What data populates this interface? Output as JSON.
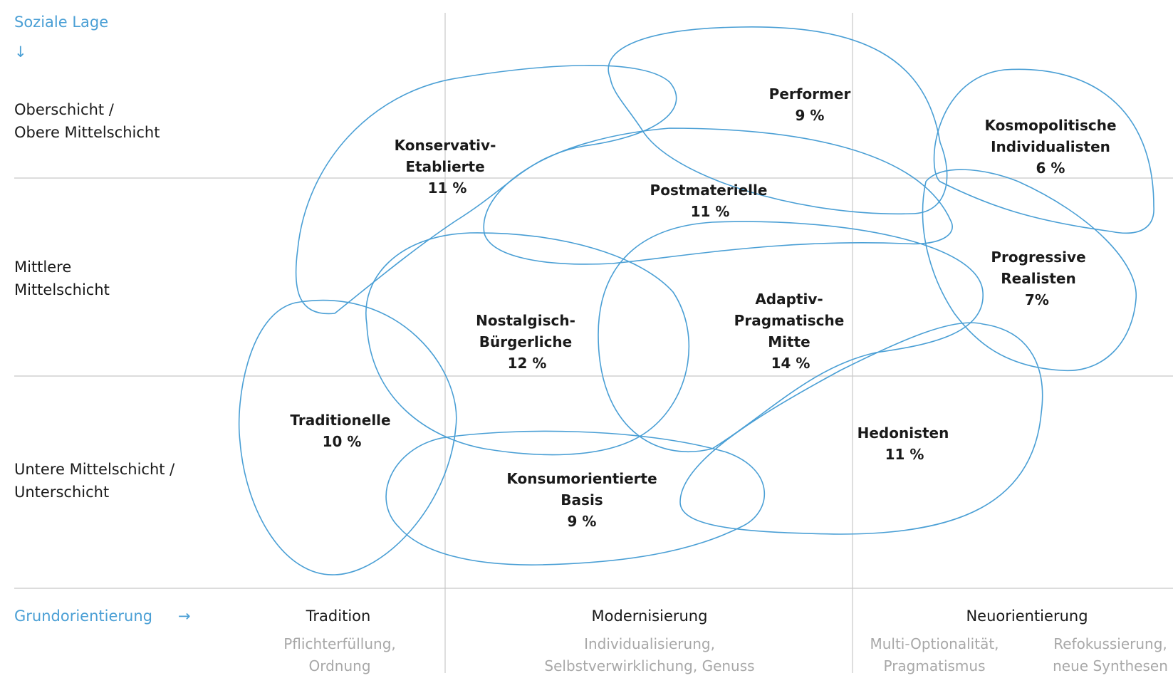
{
  "y_axis": {
    "title": "Soziale Lage",
    "arrow": "↓",
    "rows": [
      {
        "line1": "Oberschicht /",
        "line2": "Obere Mittelschicht"
      },
      {
        "line1": "Mittlere",
        "line2": "Mittelschicht"
      },
      {
        "line1": "Untere Mittelschicht /",
        "line2": "Unterschicht"
      }
    ]
  },
  "x_axis": {
    "title": "Grundorientierung",
    "arrow": "→",
    "columns": [
      {
        "title": "Tradition",
        "sub1": "Pflichterfüllung,",
        "sub2": "Ordnung"
      },
      {
        "title": "Modernisierung",
        "sub1": "Individualisierung,",
        "sub2": "Selbstverwirklichung, Genuss"
      },
      {
        "title": "Neuorientierung",
        "sub": [
          {
            "line1": "Multi-Optionalität,",
            "line2": "Pragmatismus"
          },
          {
            "line1": "Refokussierung,",
            "line2": "neue Synthesen"
          }
        ]
      }
    ]
  },
  "milieus": [
    {
      "lines": [
        "Performer"
      ],
      "share": "9 %"
    },
    {
      "lines": [
        "Kosmopolitische",
        "Individualisten"
      ],
      "share": "6 %"
    },
    {
      "lines": [
        "Konservativ-",
        "Etablierte"
      ],
      "share": "11 %"
    },
    {
      "lines": [
        "Postmaterielle"
      ],
      "share": "11 %"
    },
    {
      "lines": [
        "Progressive",
        "Realisten"
      ],
      "share": "7%"
    },
    {
      "lines": [
        "Nostalgisch-",
        "Bürgerliche"
      ],
      "share": "12 %"
    },
    {
      "lines": [
        "Adaptiv-",
        "Pragmatische",
        "Mitte"
      ],
      "share": "14 %"
    },
    {
      "lines": [
        "Traditionelle"
      ],
      "share": "10 %"
    },
    {
      "lines": [
        "Hedonisten"
      ],
      "share": "11 %"
    },
    {
      "lines": [
        "Konsumorientierte",
        "Basis"
      ],
      "share": "9 %"
    }
  ],
  "colors": {
    "accent": "#4a9fd5",
    "grid": "#c8c8c8",
    "text": "#1a1a1a",
    "muted": "#a8a8a8"
  }
}
